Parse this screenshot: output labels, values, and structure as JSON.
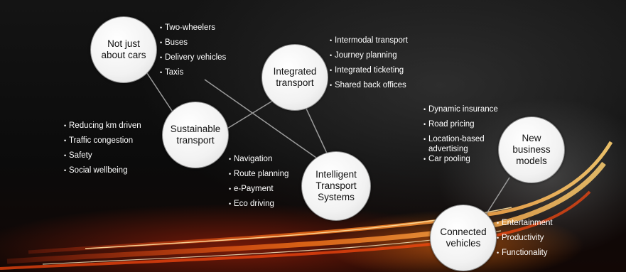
{
  "colors": {
    "node_fill": "#f2f2f2",
    "node_border": "#8a8a8a",
    "connector": "#9a9a9a",
    "bullet_text": "#ffffff"
  },
  "nodes": {
    "not_just_cars": [
      "Not just",
      "about cars"
    ],
    "integrated_transport": [
      "Integrated",
      "transport"
    ],
    "sustainable_transport": [
      "Sustainable",
      "transport"
    ],
    "intelligent_transport": [
      "Intelligent",
      "Transport",
      "Systems"
    ],
    "new_business_models": [
      "New",
      "business",
      "models"
    ],
    "connected_vehicles": [
      "Connected",
      "vehicles"
    ]
  },
  "lists": {
    "not_just_cars": [
      "Two-wheelers",
      "Buses",
      "Delivery vehicles",
      "Taxis"
    ],
    "integrated_transport": [
      "Intermodal transport",
      "Journey planning",
      "Integrated ticketing",
      "Shared back offices"
    ],
    "sustainable_transport": [
      "Reducing km driven",
      "Traffic congestion",
      "Safety",
      "Social wellbeing"
    ],
    "intelligent_transport": [
      "Navigation",
      "Route planning",
      "e-Payment",
      "Eco driving"
    ],
    "new_business_models": [
      "Dynamic insurance",
      "Road pricing",
      "Location-based advertising",
      "Car pooling"
    ],
    "connected_vehicles": [
      "Entertainment",
      "Productivity",
      "Functionality"
    ]
  }
}
